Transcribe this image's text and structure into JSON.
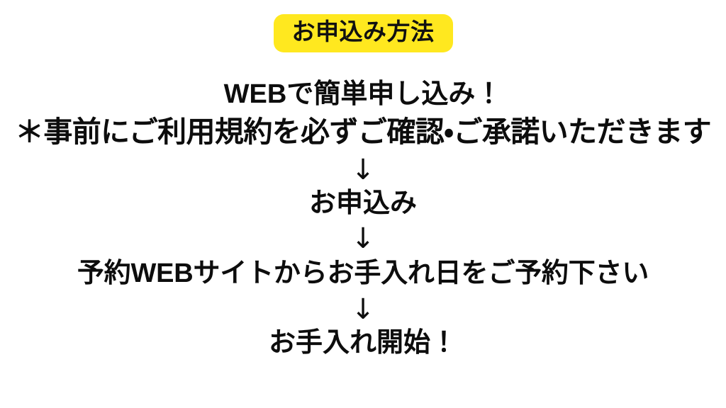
{
  "badge": {
    "label": "お申込み方法",
    "background_color": "#ffe81f",
    "text_color": "#111111"
  },
  "flow": {
    "text_color": "#0d0d0d",
    "background_color": "#ffffff",
    "arrow_glyph": "↓",
    "steps": [
      {
        "text": "WEBで簡単申し込み！"
      },
      {
        "text": "＊事前にご利用規約を必ずご確認・ご承諾いただきます"
      },
      {
        "text": "お申込み"
      },
      {
        "text": "予約WEBサイトからお手入れ日をご予約下さい"
      },
      {
        "text": "お手入れ開始！"
      }
    ],
    "arrows": [
      {
        "glyph": "↓"
      },
      {
        "glyph": "↓"
      },
      {
        "glyph": "↓"
      }
    ]
  }
}
